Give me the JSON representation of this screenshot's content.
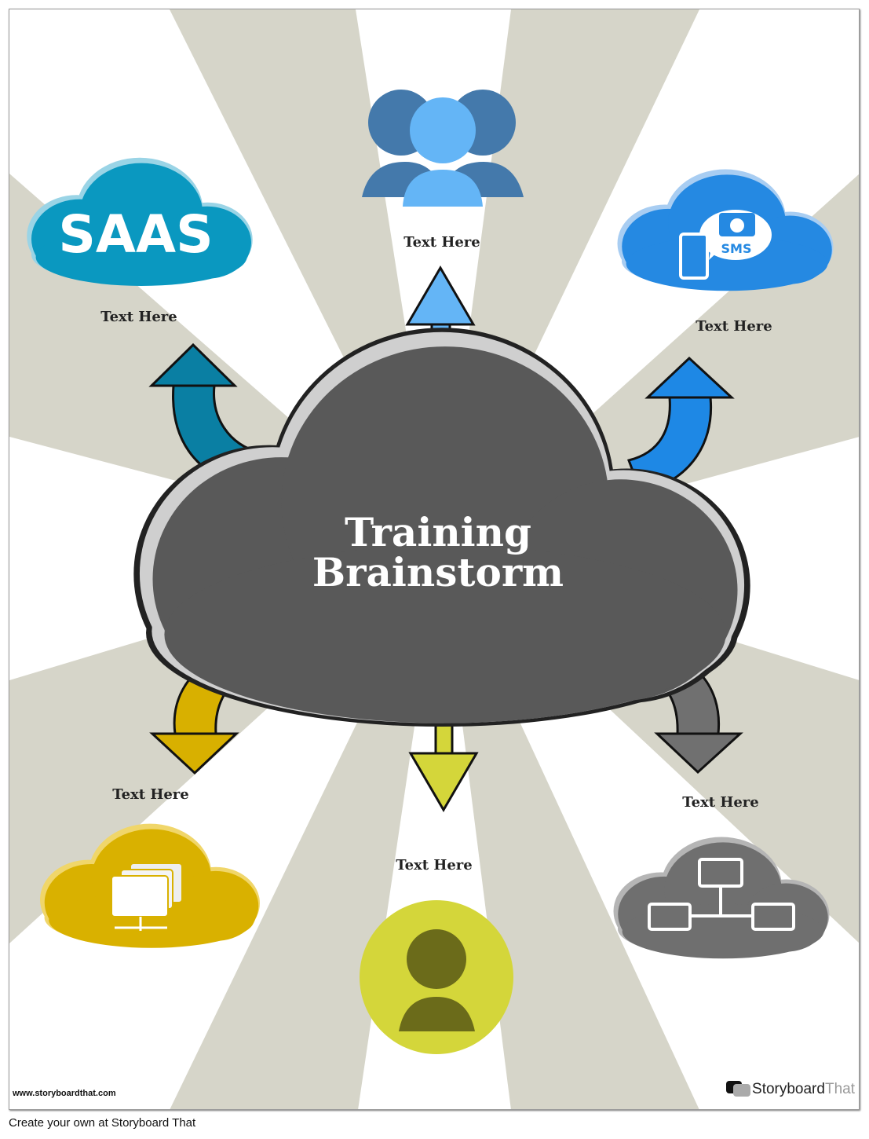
{
  "title": [
    "Training",
    "Brainstorm"
  ],
  "labels": {
    "top": "Text Here",
    "top_left": "Text Here",
    "top_right": "Text Here",
    "bottom_left": "Text Here",
    "bottom": "Text Here",
    "bottom_right": "Text Here"
  },
  "icons": {
    "saas_text": "SAAS",
    "sms_text": "SMS",
    "top": "people-icon",
    "top_left": "saas-cloud-icon",
    "top_right": "sms-cloud-icon",
    "bottom_left": "folder-cloud-icon",
    "bottom": "person-icon",
    "bottom_right": "network-cloud-icon"
  },
  "colors": {
    "ray": "#d6d5c9",
    "main_cloud": "#595959",
    "teal": "#0a98c0",
    "blue": "#2589e2",
    "light_blue": "#64b5f6",
    "gold": "#d9b100",
    "lime": "#d4d63a",
    "gray": "#6f6f6f"
  },
  "watermark": {
    "site": "www.storyboardthat.com",
    "brand_a": "Storyboard",
    "brand_b": "That"
  },
  "footer": "Create your own at Storyboard That"
}
